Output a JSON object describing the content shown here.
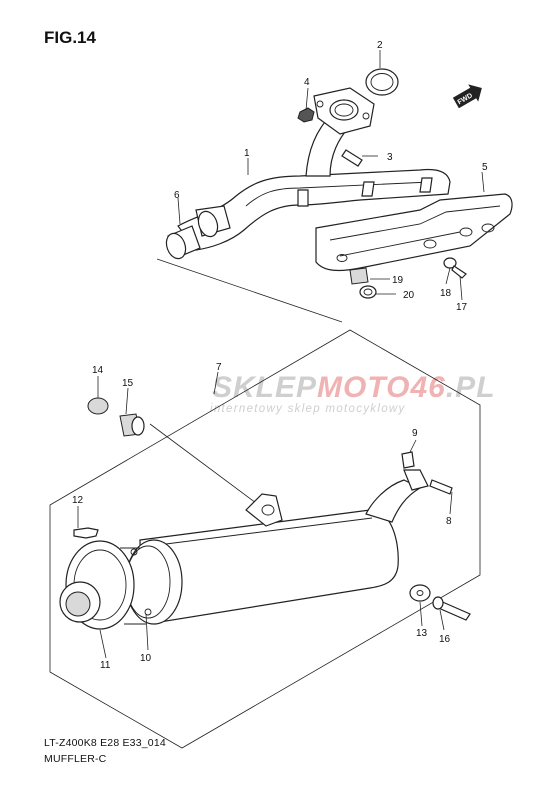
{
  "figure": {
    "title": "FIG.14",
    "model_code": "LT-Z400K8 E28 E33_014",
    "section_name": "MUFFLER-C",
    "fwd_label": "FWD"
  },
  "watermark": {
    "brand_gray": "SKLEP",
    "brand_accent": "MOTO46",
    "brand_tail": ".PL",
    "tagline": "internetowy sklep motocyklowy",
    "accent_color": "#f0b2b2",
    "gray_color": "#cfcfcf"
  },
  "callouts": {
    "p1": "1",
    "p2": "2",
    "p3": "3",
    "p4": "4",
    "p5": "5",
    "p6": "6",
    "p7": "7",
    "p8": "8",
    "p9": "9",
    "p10": "10",
    "p11": "11",
    "p12": "12",
    "p13": "13",
    "p14": "14",
    "p15": "15",
    "p16": "16",
    "p17": "17",
    "p18": "18",
    "p19": "19",
    "p20": "20"
  }
}
